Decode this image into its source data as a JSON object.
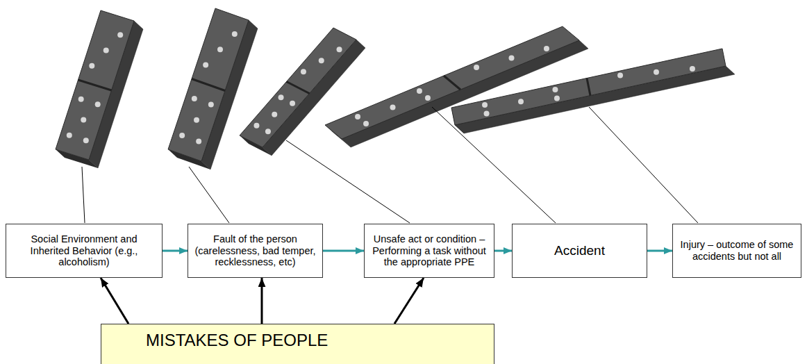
{
  "diagram": {
    "nodes": [
      {
        "text": [
          "Social Environment and Inherited Behavior (e.g., alcoholism)"
        ]
      },
      {
        "text": [
          "Fault of the person (carelessness, bad temper, recklessness, etc)"
        ]
      },
      {
        "text": [
          "Unsafe act or condition – Performing a task without the appropriate PPE"
        ]
      },
      {
        "text": [
          "Accident"
        ]
      },
      {
        "text": [
          "Injury – outcome of some accidents but not all"
        ]
      },
      {
        "text": [
          "MISTAKES OF PEOPLE"
        ]
      }
    ],
    "edges": [
      {
        "from": 0,
        "to": 1,
        "arrow": "to"
      },
      {
        "from": 1,
        "to": 2,
        "arrow": "to"
      },
      {
        "from": 2,
        "to": 3,
        "arrow": "to"
      },
      {
        "from": 3,
        "to": 4,
        "arrow": "to"
      },
      {
        "from": 5,
        "to": 0,
        "arrow": "to"
      },
      {
        "from": 5,
        "to": 1,
        "arrow": "to"
      },
      {
        "from": 5,
        "to": 2,
        "arrow": "to"
      }
    ]
  }
}
